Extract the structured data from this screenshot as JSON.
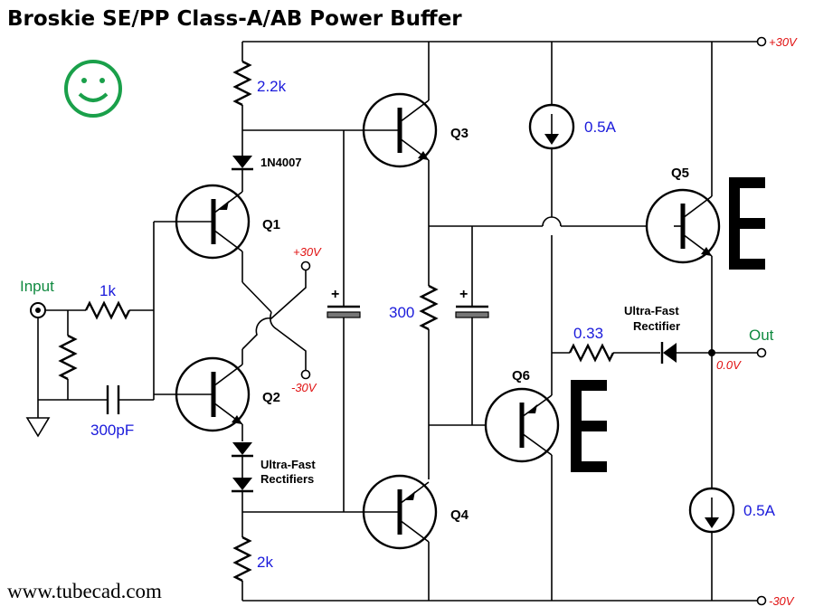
{
  "title": "Broskie SE/PP Class-A/AB Power Buffer",
  "website": "www.tubecad.com",
  "icons": {
    "smiley": "smiley-face-icon",
    "heatsink": "heatsink-icon",
    "ground": "ground-icon"
  },
  "colors": {
    "values": "#1a1adb",
    "rails": "#e01010",
    "io": "#108a40",
    "smiley": "#1aa04a"
  },
  "labels": {
    "input": "Input",
    "out": "Out",
    "r_top": "2.2k",
    "r_bottom": "2k",
    "r_input": "1k",
    "c_input": "300pF",
    "r_300": "300",
    "r_033": "0.33",
    "i_top": "0.5A",
    "i_bottom": "0.5A",
    "diode_1n4007": "1N4007",
    "diode_uf_line1": "Ultra-Fast",
    "diode_uf_line2": "Rectifiers",
    "rect_line1": "Ultra-Fast",
    "rect_line2": "Rectifier",
    "q1": "Q1",
    "q2": "Q2",
    "q3": "Q3",
    "q4": "Q4",
    "q5": "Q5",
    "q6": "Q6",
    "rail_pos_main": "+30V",
    "rail_neg_main": "-30V",
    "rail_pos_small": "+30V",
    "rail_neg_small": "-30V",
    "out_voltage": "0.0V"
  }
}
